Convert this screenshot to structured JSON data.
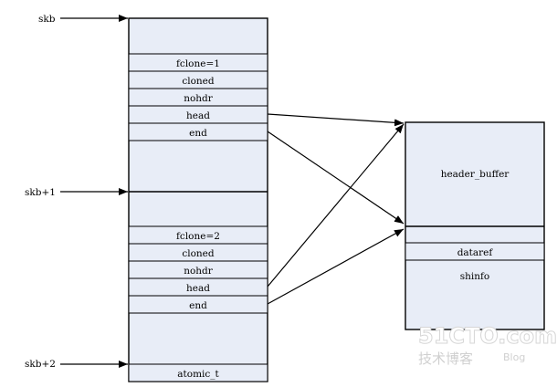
{
  "pointers": {
    "skb": "skb",
    "skb1": "skb+1",
    "skb2": "skb+2"
  },
  "skb_first": {
    "fields": [
      "fclone=1",
      "cloned",
      "nohdr",
      "head",
      "end"
    ]
  },
  "skb_second": {
    "fields": [
      "fclone=2",
      "cloned",
      "nohdr",
      "head",
      "end"
    ]
  },
  "atomic": "atomic_t",
  "data_block": {
    "header": "header_buffer",
    "dataref": "dataref",
    "shinfo": "shinfo"
  },
  "watermark": {
    "site": "51CTO.com",
    "chinese": "技术博客",
    "blog": "Blog"
  },
  "colors": {
    "fill": "#e8edf7",
    "stroke": "#000000"
  }
}
